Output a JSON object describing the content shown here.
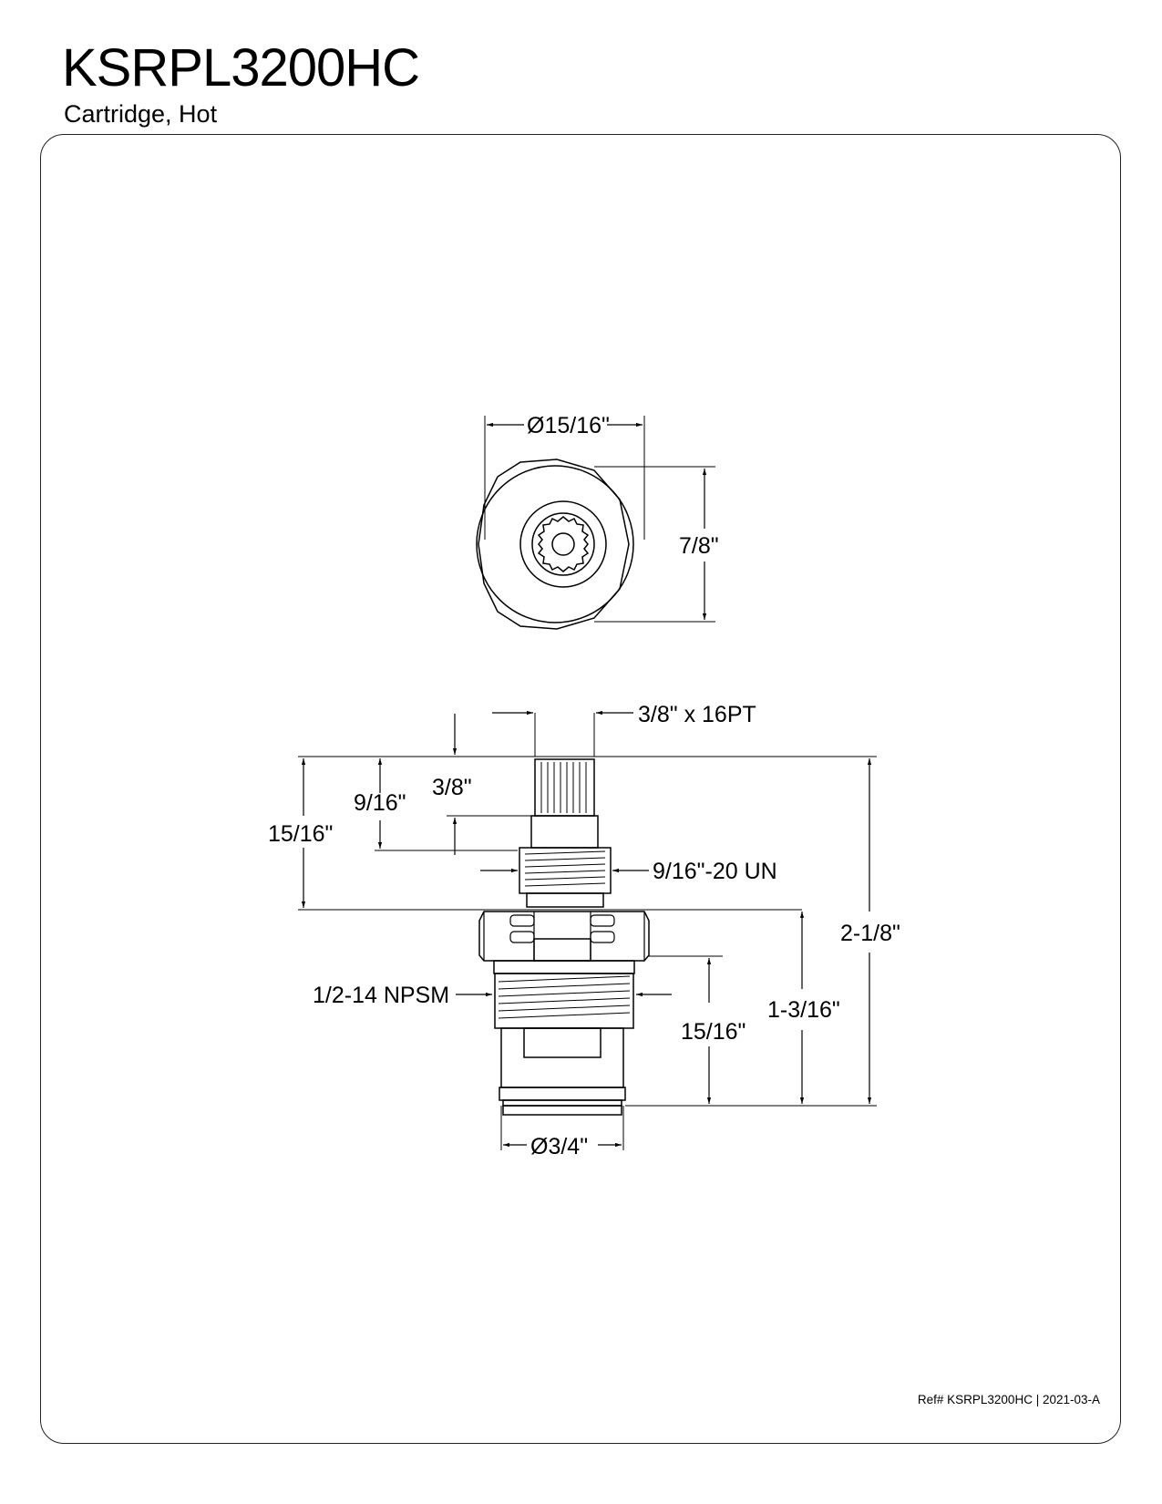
{
  "header": {
    "model": "KSRPL3200HC",
    "description": "Cartridge, Hot"
  },
  "top_view": {
    "diameter": "Ø15/16\"",
    "height": "7/8\""
  },
  "side_view": {
    "spline": "3/8\" x 16PT",
    "stem_length": "3/8\"",
    "upper_length": "9/16\"",
    "top_section": "15/16\"",
    "upper_thread": "9/16\"-20 UN",
    "overall_height": "2-1/8\"",
    "lower_section": "1-3/16\"",
    "thread_to_bottom": "15/16\"",
    "lower_thread": "1/2-14 NPSM",
    "base_diameter": "Ø3/4\""
  },
  "footer": {
    "reference": "Ref# KSRPL3200HC | 2021-03-A"
  }
}
